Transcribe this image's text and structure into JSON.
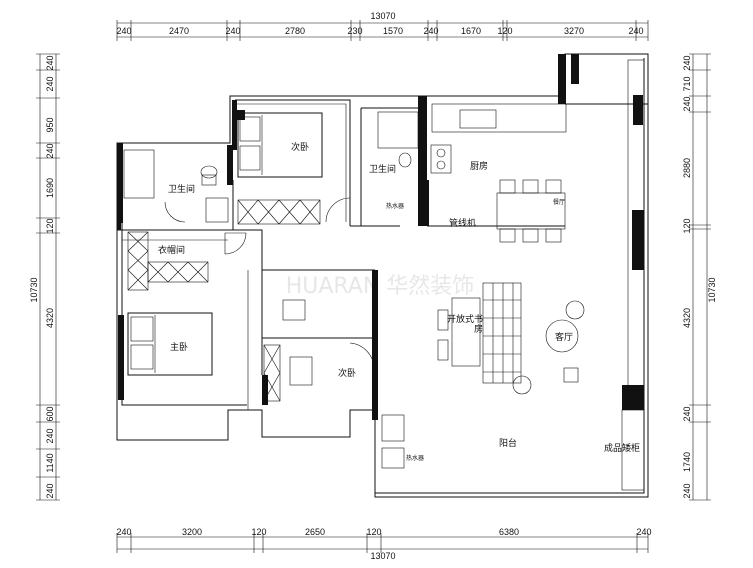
{
  "dimensions": {
    "top_total": "13070",
    "top": [
      "240",
      "2470",
      "240",
      "2780",
      "230",
      "1570",
      "240",
      "1670",
      "120",
      "3270",
      "240"
    ],
    "bottom_total": "13070",
    "bottom": [
      "240",
      "3200",
      "120",
      "2650",
      "120",
      "6380",
      "240"
    ],
    "left_total": "10730",
    "left": [
      "240",
      "240",
      "950",
      "240",
      "1690",
      "120",
      "4320",
      "600",
      "240",
      "1140",
      "240"
    ],
    "right_total": "10730",
    "right": [
      "240",
      "710",
      "240",
      "2880",
      "120",
      "4320",
      "240",
      "1740",
      "240"
    ]
  },
  "rooms": {
    "second_bedroom_top": "次卧",
    "bathroom_left": "卫生间",
    "bathroom_mid": "卫生间",
    "kitchen": "厨房",
    "restaurant": "餐厅",
    "pipe_well": "管线机",
    "water_heater_1": "热水器",
    "water_heater_2": "热水器",
    "cloakroom": "衣帽间",
    "master_bedroom": "主卧",
    "second_bedroom_bottom": "次卧",
    "open_study_1": "开放式书",
    "open_study_2": "房",
    "living_room": "客厅",
    "balcony": "阳台",
    "cabinet": "成品矮柜"
  },
  "watermark": "HUARAN 华然装饰"
}
